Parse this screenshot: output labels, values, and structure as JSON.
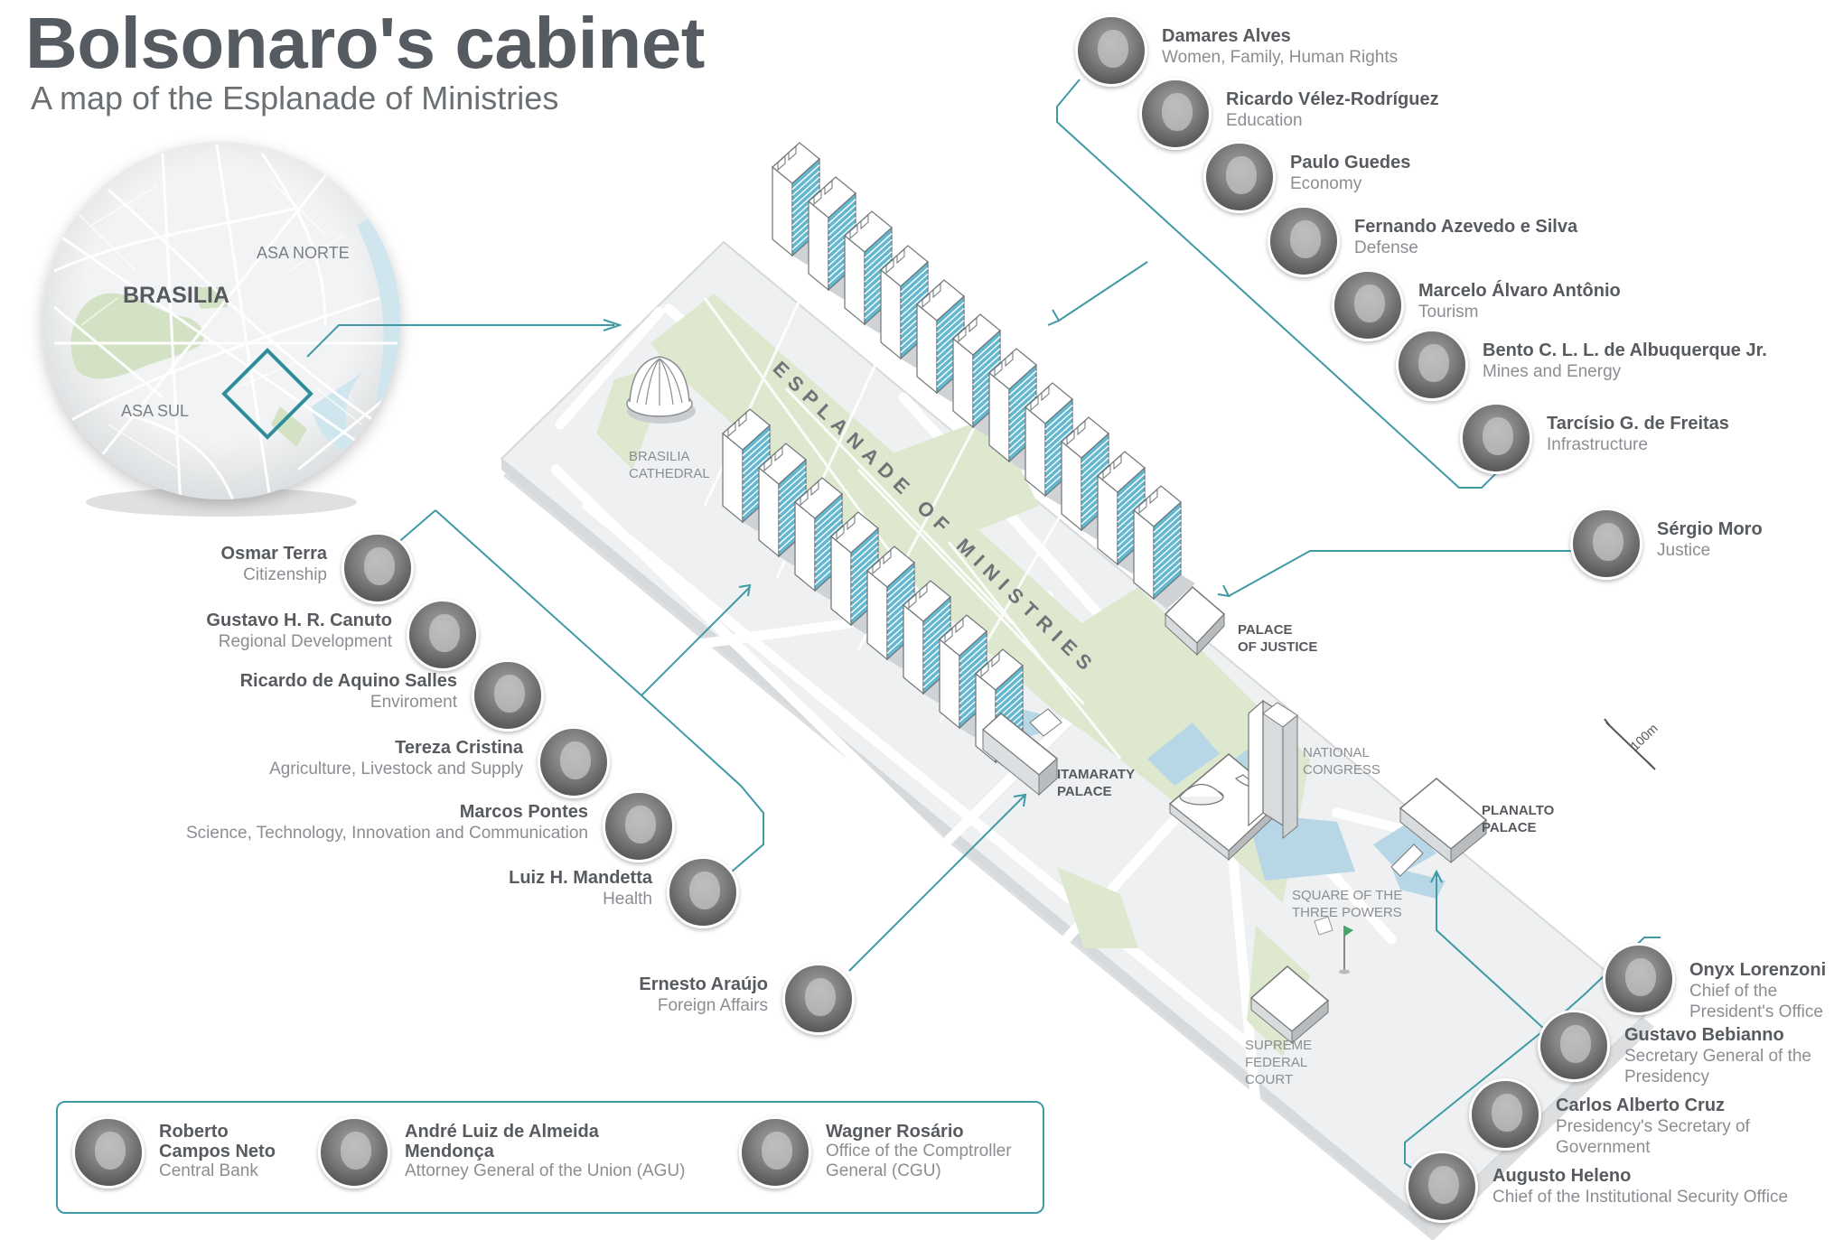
{
  "title": "Bolsonaro's cabinet",
  "subtitle": "A map of the Esplanade of Ministries",
  "colors": {
    "accent": "#3f9aa5",
    "lawn": "#dde8cf",
    "water": "#b7d6e6",
    "ground": "#eef0f1",
    "building": "#ffffff",
    "glass": "#63b8cf"
  },
  "locator": {
    "city": "BRASILIA",
    "north": "ASA NORTE",
    "south": "ASA SUL"
  },
  "map_labels": {
    "esplanade": "ESPLANADE OF MINISTRIES",
    "cathedral": [
      "BRASILIA",
      "CATHEDRAL"
    ],
    "justice": [
      "PALACE",
      "OF JUSTICE"
    ],
    "itamaraty": [
      "ITAMARATY",
      "PALACE"
    ],
    "congress": [
      "NATIONAL",
      "CONGRESS"
    ],
    "planalto": [
      "PLANALTO",
      "PALACE"
    ],
    "square": [
      "SQUARE OF THE",
      "THREE POWERS"
    ],
    "court": [
      "SUPREME",
      "FEDERAL",
      "COURT"
    ],
    "scale": "100m"
  },
  "ministers_right": [
    {
      "name": "Damares Alves",
      "role": "Women, Family, Human Rights"
    },
    {
      "name": "Ricardo Vélez-Rodríguez",
      "role": "Education"
    },
    {
      "name": "Paulo Guedes",
      "role": "Economy"
    },
    {
      "name": "Fernando Azevedo e Silva",
      "role": "Defense"
    },
    {
      "name": "Marcelo Álvaro Antônio",
      "role": "Tourism"
    },
    {
      "name": "Bento C. L. L. de Albuquerque Jr.",
      "role": "Mines and Energy"
    },
    {
      "name": "Tarcísio G. de Freitas",
      "role": "Infrastructure"
    }
  ],
  "justice_minister": {
    "name": "Sérgio Moro",
    "role": "Justice"
  },
  "ministers_left": [
    {
      "name": "Osmar Terra",
      "role": "Citizenship"
    },
    {
      "name": "Gustavo H. R. Canuto",
      "role": "Regional Development"
    },
    {
      "name": "Ricardo de Aquino Salles",
      "role": "Enviroment"
    },
    {
      "name": "Tereza Cristina",
      "role": "Agriculture, Livestock and Supply"
    },
    {
      "name": "Marcos Pontes",
      "role": "Science, Technology, Innovation and Communication"
    },
    {
      "name": "Luiz H. Mandetta",
      "role": "Health"
    }
  ],
  "foreign_minister": {
    "name": "Ernesto Araújo",
    "role": "Foreign Affairs"
  },
  "planalto_ministers": [
    {
      "name": "Onyx Lorenzoni",
      "role": [
        "Chief of the",
        "President's Office"
      ]
    },
    {
      "name": "Gustavo Bebianno",
      "role": [
        "Secretary General of the",
        "Presidency"
      ]
    },
    {
      "name": "Carlos Alberto Cruz",
      "role": [
        "Presidency's Secretary of",
        "Government"
      ]
    },
    {
      "name": "Augusto Heleno",
      "role": [
        "Chief of the Institutional Security Office"
      ]
    }
  ],
  "other_officials": [
    {
      "name": [
        "Roberto",
        "Campos Neto"
      ],
      "role": [
        "Central Bank"
      ]
    },
    {
      "name": [
        "André Luiz de Almeida",
        "Mendonça"
      ],
      "role": [
        "Attorney General of the Union (AGU)"
      ]
    },
    {
      "name": [
        "Wagner Rosário"
      ],
      "role": [
        "Office of the Comptroller",
        "General (CGU)"
      ]
    }
  ]
}
